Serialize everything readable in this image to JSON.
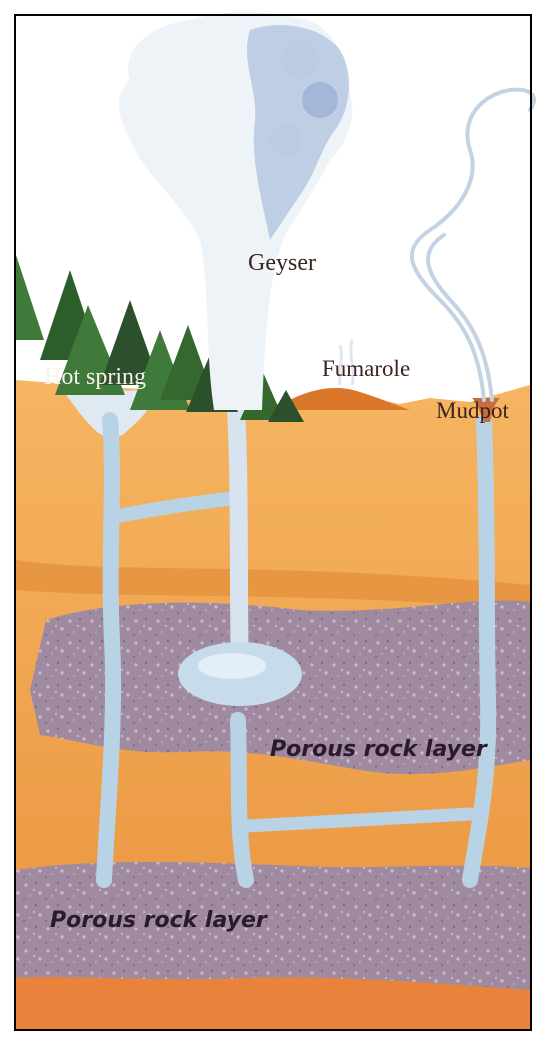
{
  "labels": {
    "geyser": "Geyser",
    "hot_spring": "Hot spring",
    "fumarole": "Fumarole",
    "mudpot": "Mudpot",
    "porous_rock_upper": "Porous rock layer",
    "porous_rock_lower": "Porous rock layer"
  },
  "colors": {
    "sky": "#ffffff",
    "rock_orange": "#f2a54e",
    "rock_orange_dark": "#d9782b",
    "porous_purple": "#9f8aa0",
    "porous_speckle": "#c9b8c9",
    "water": "#b9d3e6",
    "steam": "#e8eef6",
    "steam_shade": "#a9bedc",
    "tree": "#3f7a3a",
    "tree_dark": "#2c4f2c",
    "frame": "#000000"
  }
}
